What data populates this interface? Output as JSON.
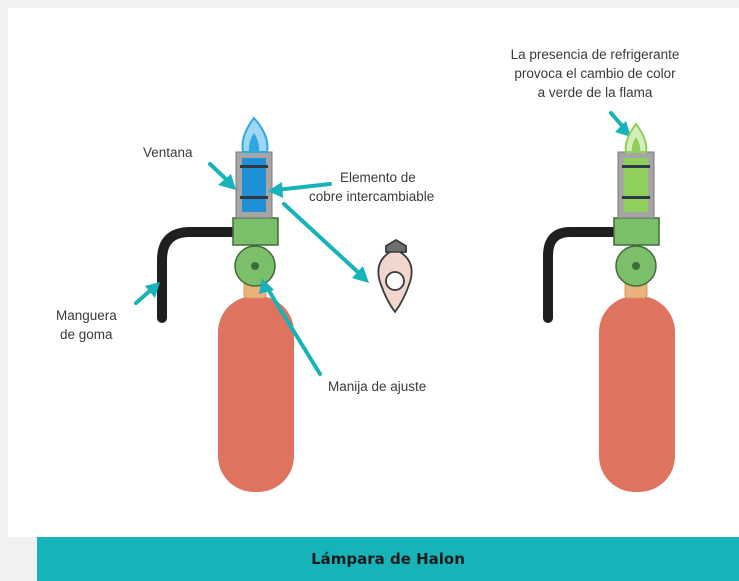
{
  "labels": {
    "ventana": "Ventana",
    "elemento_line1": "Elemento de",
    "elemento_line2": "cobre intercambiable",
    "manguera_line1": "Manguera",
    "manguera_line2": "de goma",
    "manija": "Manija de ajuste",
    "presencia_line1": "La presencia de refrigerante",
    "presencia_line2": "provoca el cambio de color",
    "presencia_line3": "a verde de la flama"
  },
  "caption": "Lámpara de Halon",
  "colors": {
    "accent": "#16b3b9",
    "cylinder": "#de7460",
    "valve_green": "#7cbf6a",
    "flame_blue": "#2fa8e0",
    "flame_green": "#8fcf5c",
    "hose": "#1f1f1f",
    "copper_element": "#f0d6cc"
  }
}
